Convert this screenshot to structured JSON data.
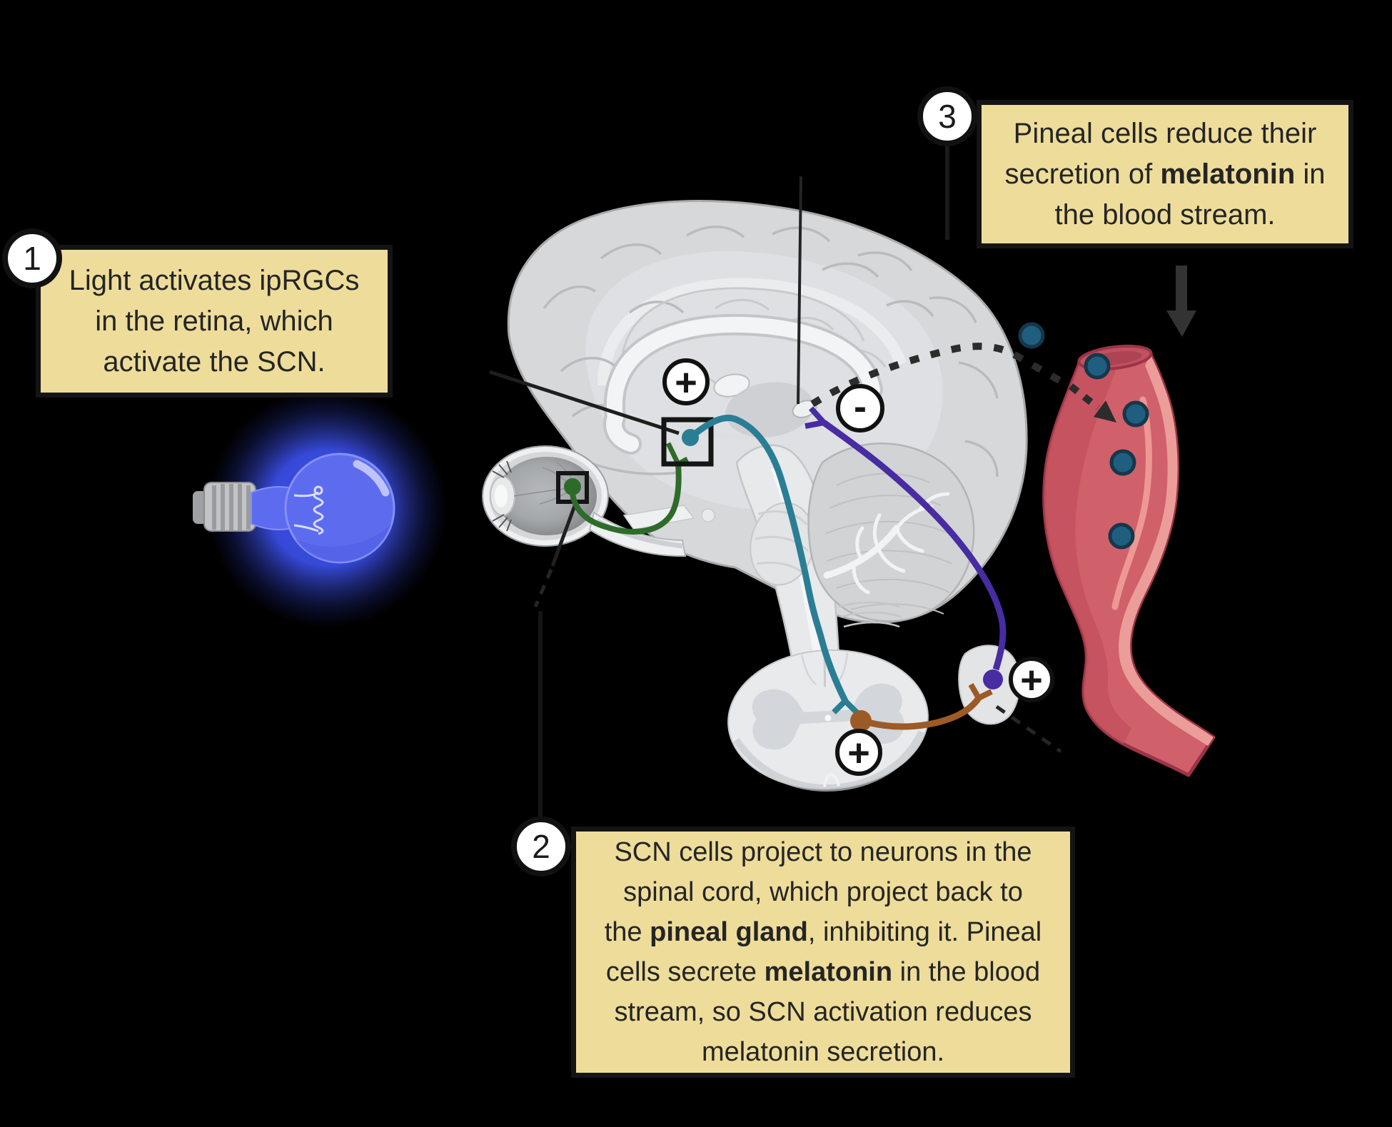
{
  "callouts": [
    {
      "number": "1",
      "lines": [
        [
          {
            "text": "Light activates ipRGCs"
          }
        ],
        [
          {
            "text": "in the retina, which"
          }
        ],
        [
          {
            "text": "activate the SCN."
          }
        ]
      ]
    },
    {
      "number": "2",
      "lines": [
        [
          {
            "text": "SCN cells project to neurons in the"
          }
        ],
        [
          {
            "text": "spinal cord, which project back to"
          }
        ],
        [
          {
            "text": "the "
          },
          {
            "text": "pineal gland",
            "bold": true
          },
          {
            "text": ", inhibiting it. Pineal"
          }
        ],
        [
          {
            "text": "cells secrete "
          },
          {
            "text": "melatonin",
            "bold": true
          },
          {
            "text": " in the blood"
          }
        ],
        [
          {
            "text": "stream, so SCN activation reduces"
          }
        ],
        [
          {
            "text": "melatonin secretion."
          }
        ]
      ]
    },
    {
      "number": "3",
      "lines": [
        [
          {
            "text": "Pineal cells reduce their"
          }
        ],
        [
          {
            "text": "secretion of "
          },
          {
            "text": "melatonin",
            "bold": true
          },
          {
            "text": " in"
          }
        ],
        [
          {
            "text": "the blood stream."
          }
        ]
      ]
    }
  ],
  "badges": {
    "scn": "+",
    "pineal": "-",
    "spinal_cord": "+",
    "ganglion": "+"
  },
  "colors": {
    "callout_bg": "#eedd9a",
    "callout_border": "#141414",
    "text_dark": "#252525",
    "green": "#2e6b2a",
    "teal": "#2a7e94",
    "purple": "#472ca2",
    "brown": "#9c5a26",
    "melatonin": "#1f5e7e",
    "melatonin_ring": "#15374b",
    "bulb_blue": "#5d6cef",
    "glow_blue": "#3c51ef",
    "vessel_red": "#d0606a",
    "vessel_light": "#eb9d99",
    "vessel_dark": "#9c3447"
  }
}
